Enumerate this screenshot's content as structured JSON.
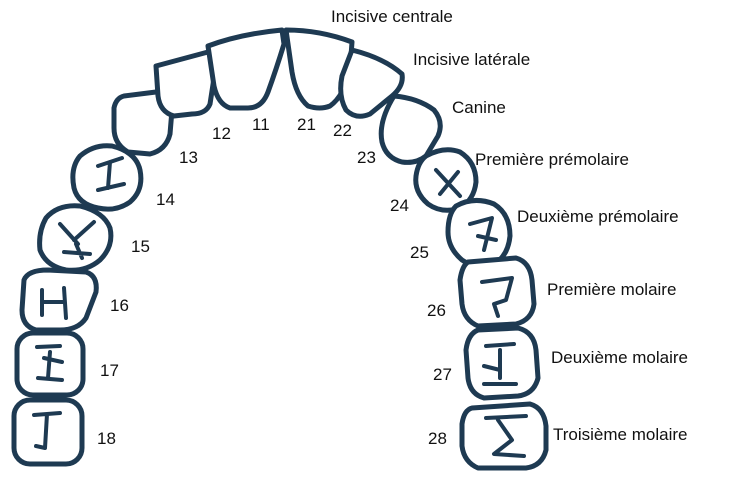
{
  "teeth_numbers": {
    "t11": "11",
    "t12": "12",
    "t13": "13",
    "t14": "14",
    "t15": "15",
    "t16": "16",
    "t17": "17",
    "t18": "18",
    "t21": "21",
    "t22": "22",
    "t23": "23",
    "t24": "24",
    "t25": "25",
    "t26": "26",
    "t27": "27",
    "t28": "28"
  },
  "tooth_names": {
    "central_incisor": "Incisive centrale",
    "lateral_incisor": "Incisive latérale",
    "canine": "Canine",
    "first_premolar": "Première prémolaire",
    "second_premolar": "Deuxième prémolaire",
    "first_molar": "Première molaire",
    "second_molar": "Deuxième molaire",
    "third_molar": "Troisième molaire"
  },
  "colors": {
    "outline": "#1e3a52",
    "text": "#111111",
    "background": "#ffffff"
  }
}
